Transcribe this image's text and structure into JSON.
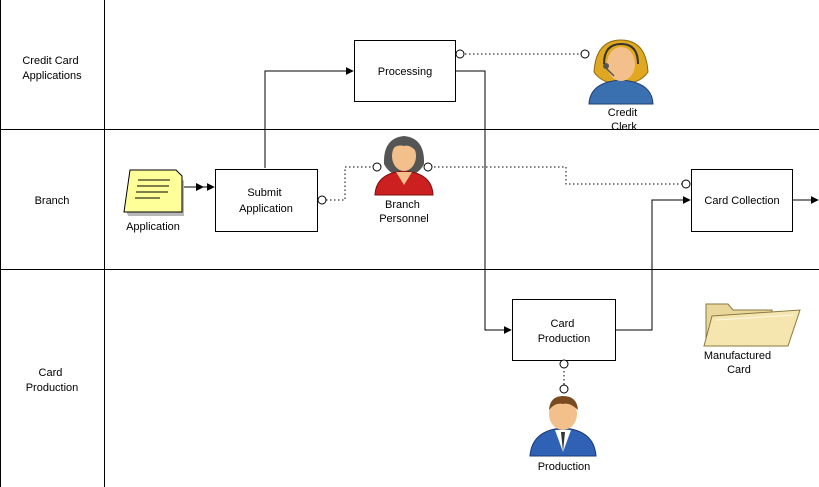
{
  "lanes": [
    {
      "label_lines": [
        "Credit Card",
        "Applications"
      ]
    },
    {
      "label_lines": [
        "Branch"
      ]
    },
    {
      "label_lines": [
        "Card",
        "Production"
      ]
    }
  ],
  "tasks": {
    "processing": {
      "label_lines": [
        "Processing"
      ]
    },
    "submit": {
      "label_lines": [
        "Submit",
        "Application"
      ]
    },
    "card_collection": {
      "label_lines": [
        "Card Collection"
      ]
    },
    "card_production": {
      "label_lines": [
        "Card",
        "Production"
      ]
    }
  },
  "actors": {
    "credit_clerk": {
      "label_lines": [
        "Credit",
        "Clerk"
      ]
    },
    "branch_personnel": {
      "label_lines": [
        "Branch",
        "Personnel"
      ]
    },
    "production": {
      "label_lines": [
        "Production"
      ]
    }
  },
  "documents": {
    "application": {
      "label": "Application"
    },
    "manufactured_card": {
      "label_lines": [
        "Manufactured",
        "Card"
      ]
    }
  },
  "colors": {
    "line": "#000000",
    "document_fill": "#ffff99",
    "folder_fill": "#f5e6b0",
    "clerk_hair": "#e0a820",
    "clerk_body": "#3a6fb0",
    "personnel_body": "#cc1f1f",
    "personnel_hair": "#555555",
    "production_body": "#2f62b5",
    "skin": "#f3c08c"
  }
}
